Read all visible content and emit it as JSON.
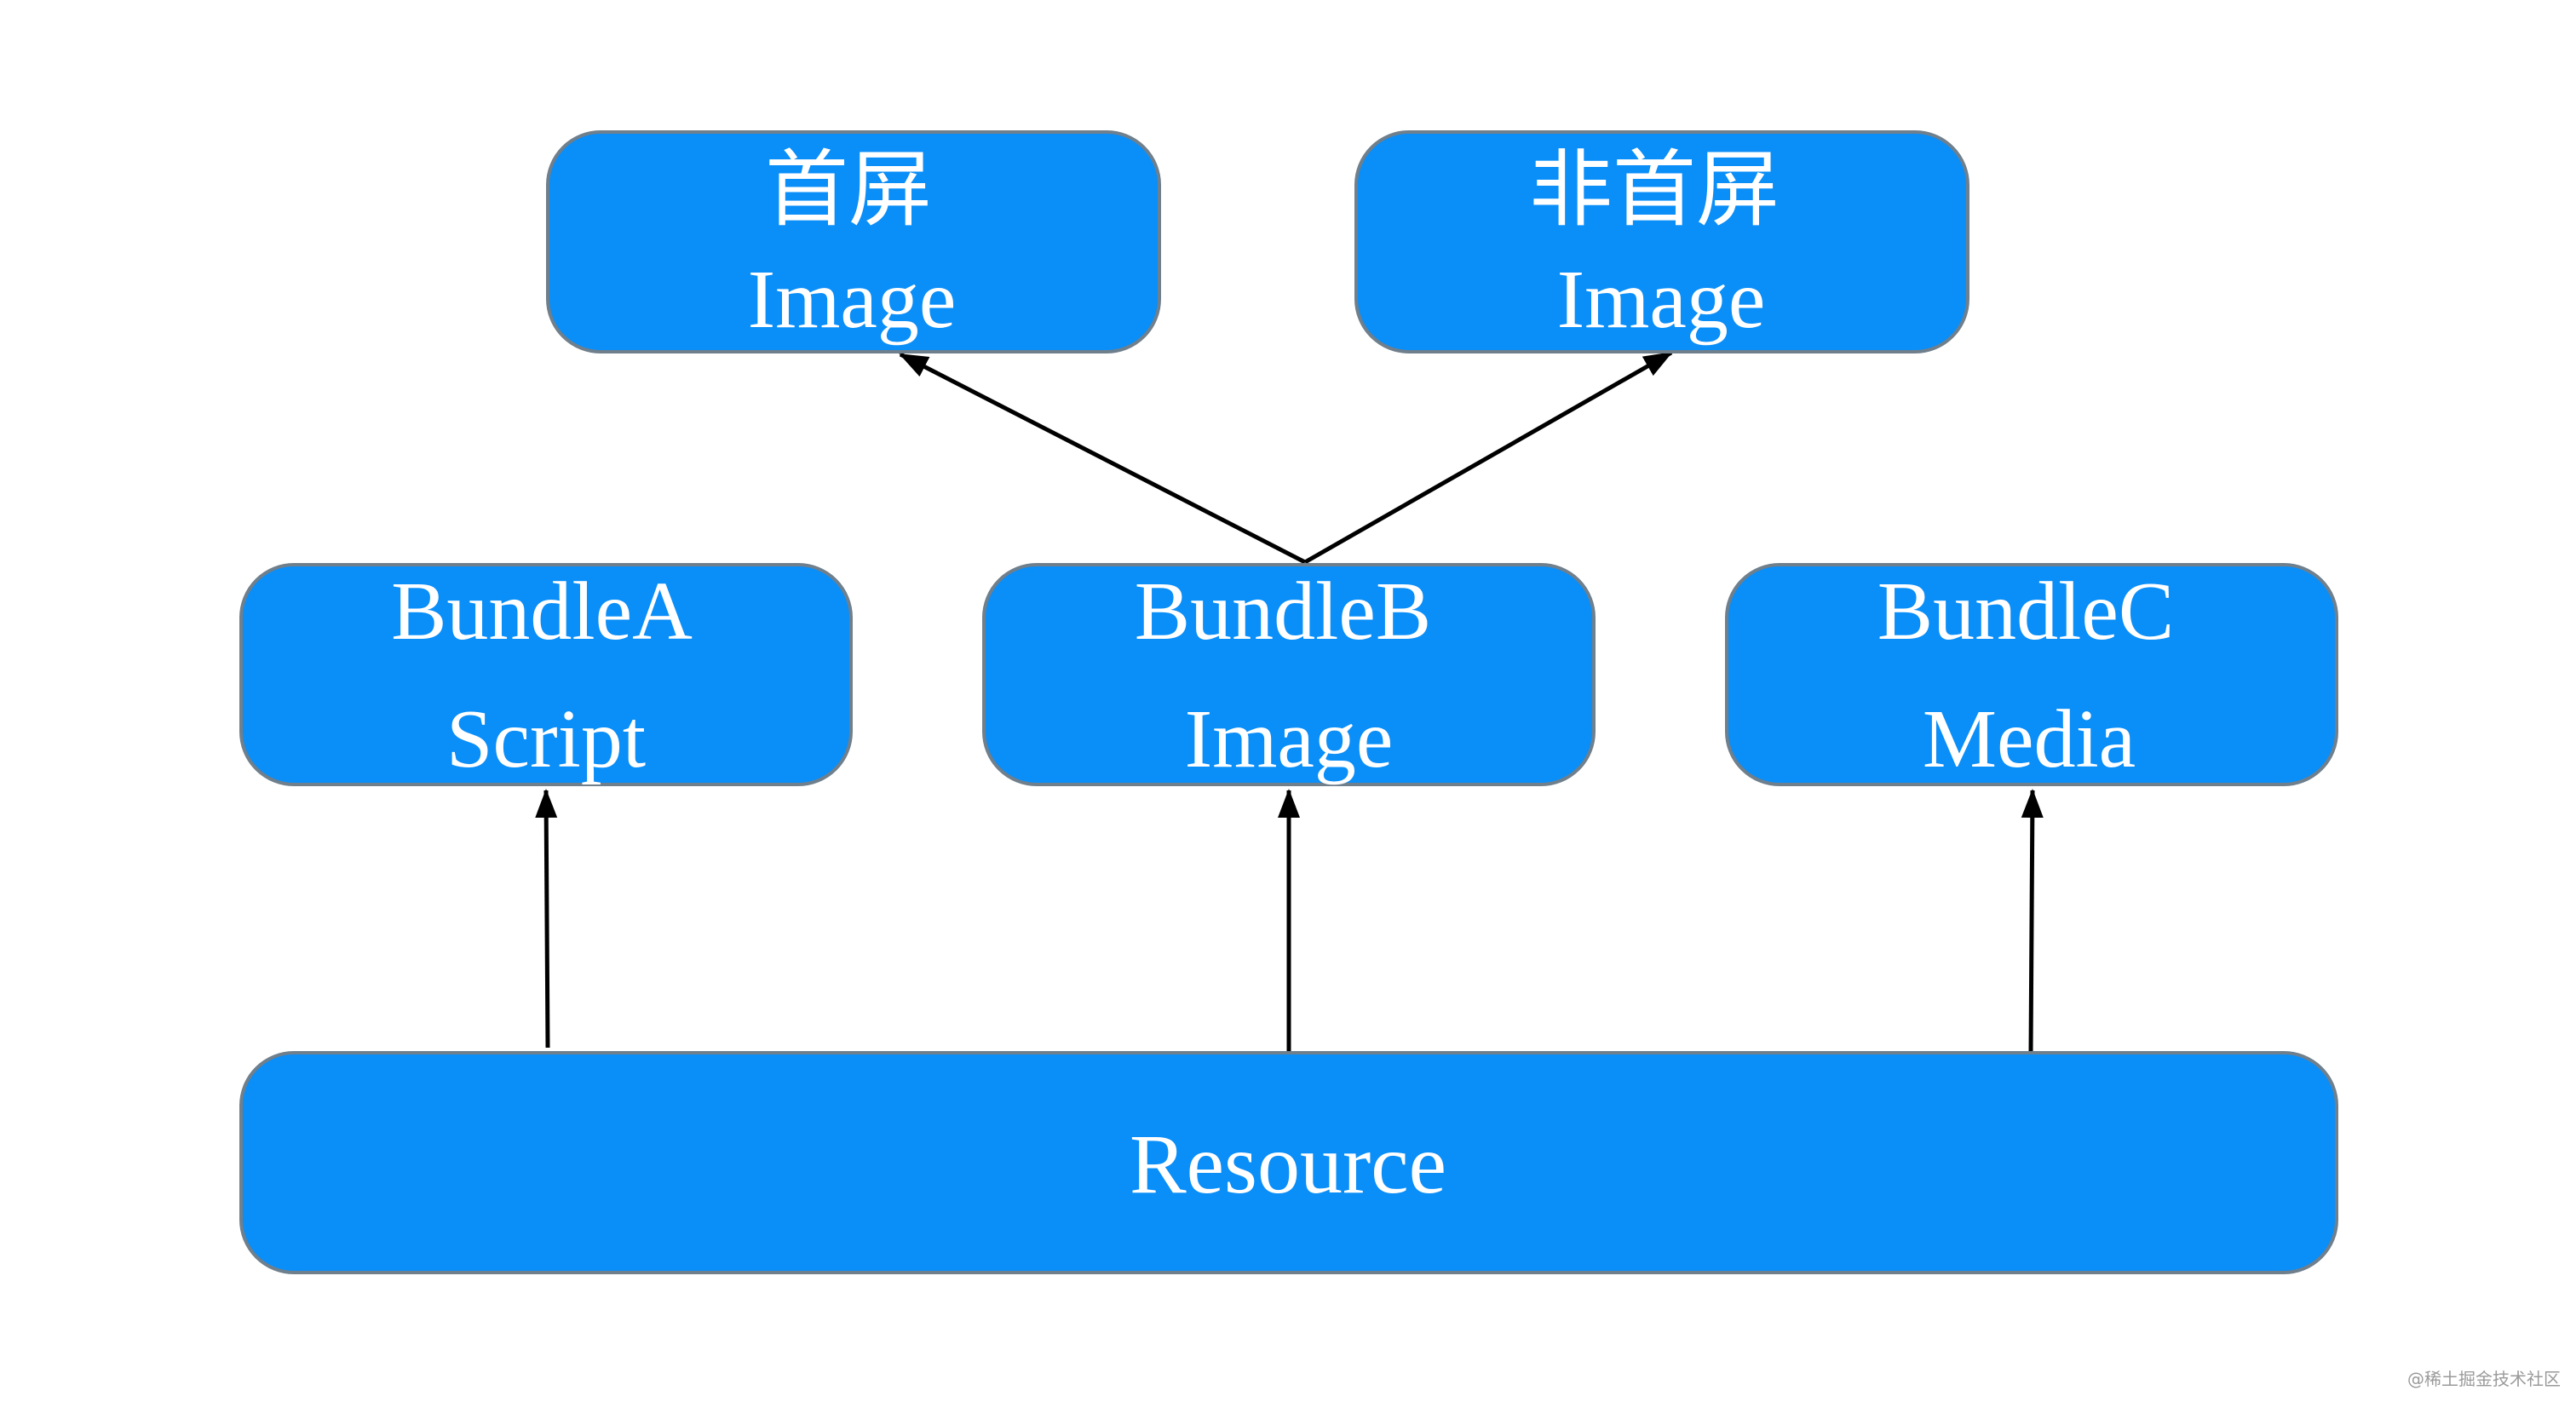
{
  "colors": {
    "node_fill": "#0a8ef8",
    "node_border": "#6f7f8c",
    "node_text": "#ffffff",
    "arrow": "#000000",
    "background": "#ffffff"
  },
  "nodes": {
    "first_screen": {
      "line1": "首屏",
      "line2": "Image"
    },
    "non_first_screen": {
      "line1": "非首屏",
      "line2": "Image"
    },
    "bundle_a": {
      "line1": "BundleA",
      "line2": "Script"
    },
    "bundle_b": {
      "line1": "BundleB",
      "line2": "Image"
    },
    "bundle_c": {
      "line1": "BundleC",
      "line2": "Media"
    },
    "resource": {
      "label": "Resource"
    }
  },
  "edges": [
    {
      "from": "resource",
      "to": "bundle_a"
    },
    {
      "from": "resource",
      "to": "bundle_b"
    },
    {
      "from": "resource",
      "to": "bundle_c"
    },
    {
      "from": "bundle_b",
      "to": "first_screen"
    },
    {
      "from": "bundle_b",
      "to": "non_first_screen"
    }
  ],
  "watermark": "@稀土掘金技术社区"
}
